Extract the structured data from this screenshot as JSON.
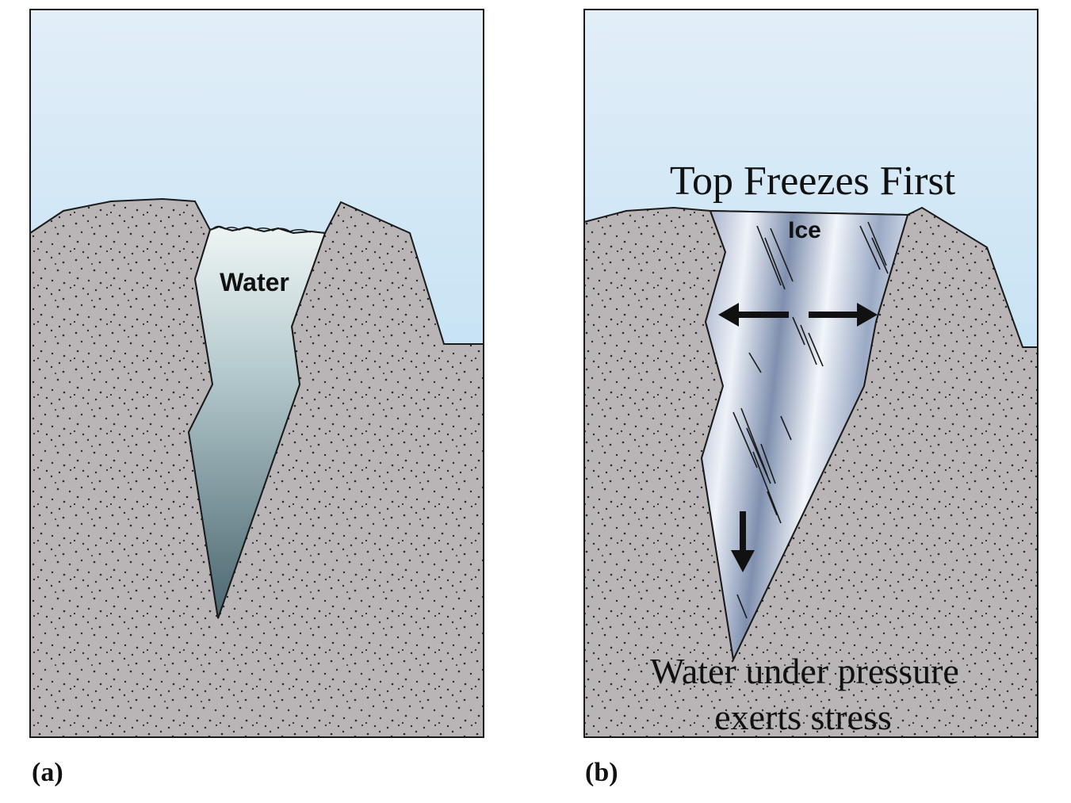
{
  "panels": [
    {
      "letter": "(a)",
      "labels": {
        "water": "Water"
      }
    },
    {
      "letter": "(b)",
      "labels": {
        "top_freezes": "Top Freezes First",
        "ice": "Ice",
        "water_pressure_line1": "Water under pressure",
        "water_pressure_line2": "exerts stress"
      }
    }
  ],
  "colors": {
    "sky_top": "#e2eef8",
    "sky_bottom": "#a9d6ef",
    "rock": "#b9b5b6",
    "rock_dots": "#2a2a2a",
    "water_top": "#ecf3f4",
    "water_bottom": "#4b6870",
    "ice_light": "#eef2f8",
    "ice_dark": "#8a98b6",
    "outline": "#1a1a1a"
  }
}
